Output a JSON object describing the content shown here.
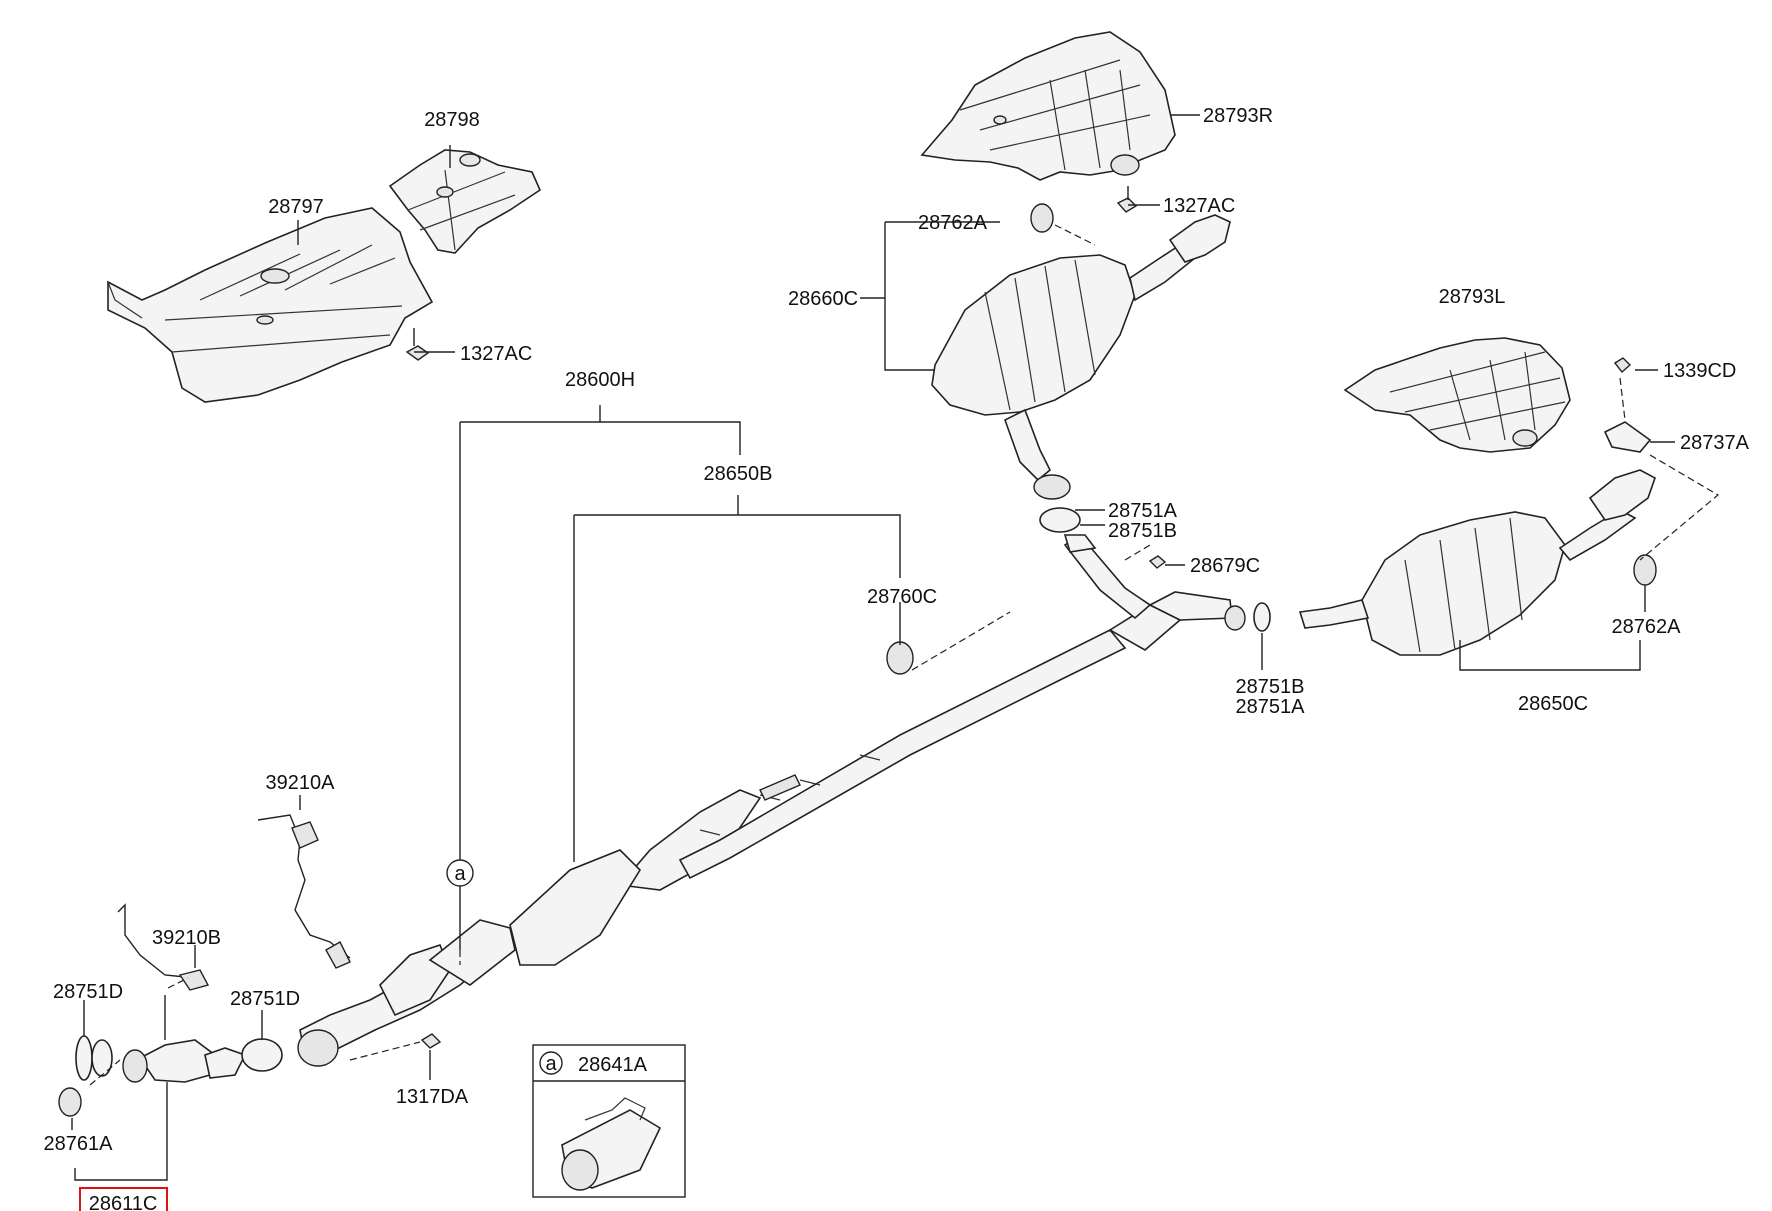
{
  "labels": {
    "p28798": "28798",
    "p28797": "28797",
    "p1327AC_left": "1327AC",
    "p28600H": "28600H",
    "p28650B": "28650B",
    "p28760C": "28760C",
    "p28793R": "28793R",
    "p1327AC_right": "1327AC",
    "p28762A_top": "28762A",
    "p28660C": "28660C",
    "p28793L": "28793L",
    "p1339CD": "1339CD",
    "p28737A": "28737A",
    "p28751A_top": "28751A",
    "p28751B_top": "28751B",
    "p28679C": "28679C",
    "p28762A_right": "28762A",
    "p28751B_bottom": "28751B",
    "p28751A_bottom": "28751A",
    "p28650C": "28650C",
    "p39210A": "39210A",
    "p39210B": "39210B",
    "p28751D_left": "28751D",
    "p28751D_mid": "28751D",
    "p1317DA": "1317DA",
    "p28761A": "28761A",
    "p28611C": "28611C",
    "callout_a": "a",
    "inset_letter": "a",
    "inset_part": "28641A"
  },
  "highlight_color": "#e01010"
}
